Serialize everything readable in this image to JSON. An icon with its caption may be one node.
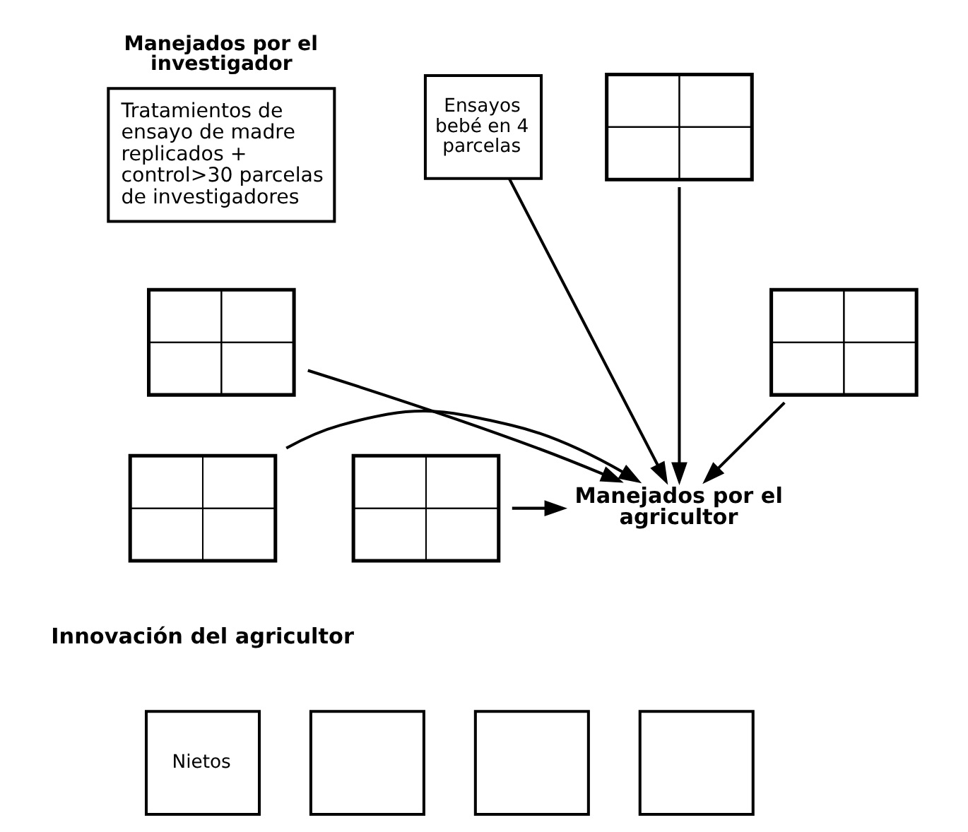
{
  "diagram": {
    "nodes": [
      {
        "text": [
          "Manejados por el investigador",
          "Tratamientos de ensayo de madre replicados + control>30 parcelas de investigadores"
        ]
      },
      {
        "text": [
          "Ensayos bebé en 4 parcelas"
        ]
      },
      {
        "text": [],
        "shape": "grid"
      },
      {
        "text": [],
        "shape": "grid"
      },
      {
        "text": [],
        "shape": "grid"
      },
      {
        "text": [
          "Manejados por el agricultor"
        ]
      },
      {
        "text": [],
        "shape": "grid"
      },
      {
        "text": [],
        "shape": "grid"
      },
      {
        "text": [
          "Nietos"
        ]
      },
      {
        "text": [],
        "shape": "box"
      },
      {
        "text": [],
        "shape": "box"
      },
      {
        "text": [],
        "shape": "box"
      }
    ],
    "edges": [
      {
        "from": 1,
        "to": 5,
        "arrow": "to"
      },
      {
        "from": 2,
        "to": 5,
        "arrow": "to"
      },
      {
        "from": 3,
        "to": 5,
        "arrow": "to"
      },
      {
        "from": 4,
        "to": 5,
        "arrow": "to"
      },
      {
        "from": 6,
        "to": 5,
        "arrow": "to"
      },
      {
        "from": 7,
        "to": 5,
        "arrow": "to"
      }
    ],
    "labels": [
      "Innovación del agricultor"
    ]
  }
}
